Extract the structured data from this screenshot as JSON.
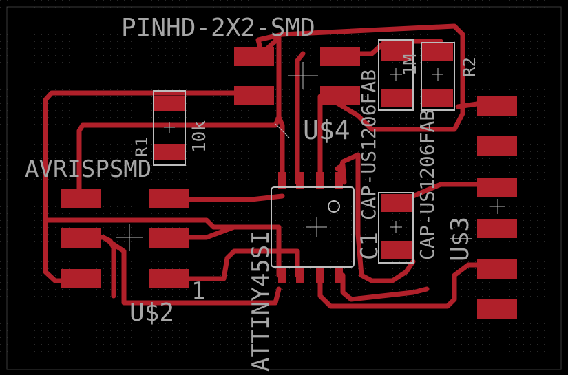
{
  "colors": {
    "background": "#000000",
    "grid": "#2a2a2a",
    "trace": "#b0202a",
    "pad": "#b0202a",
    "silkscreen": "#bdbdbd",
    "label": "#a6a6a6"
  },
  "labels": {
    "header_part": "PINHD-2X2-SMD",
    "isp_part": "AVRISPSMD",
    "isp_name": "U$2",
    "isp_pin": "1",
    "mcu_part": "ATTINY45SI",
    "header_name": "U$4",
    "ftdi_name": "U$3",
    "r1_name": "R1",
    "r1_value": "10k",
    "r2_name": "R2",
    "r2_value": "1M",
    "cap1_part": "CAP-US1206FAB",
    "cap2_part": "CAP-US1206FAB",
    "c1_name": "C1",
    "cap_left_part": "CAP-US1206FAB"
  }
}
